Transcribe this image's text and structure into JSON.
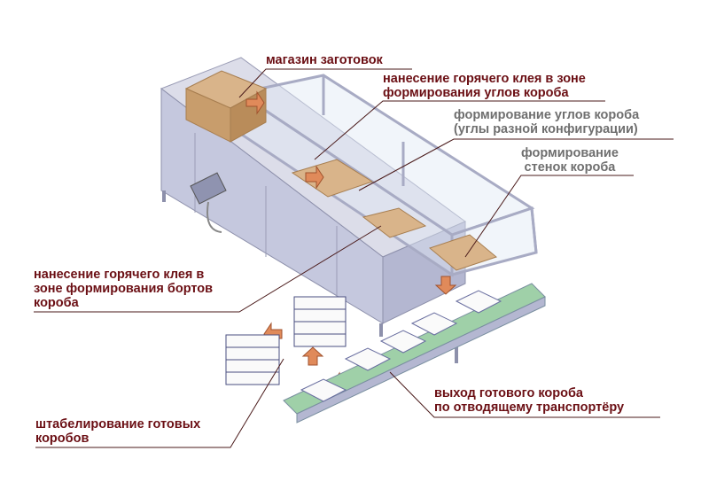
{
  "colors": {
    "label_primary": "#6b0f14",
    "label_secondary": "#6f6f6f",
    "machine": "#c9cbe0",
    "conveyor": "#9fd0a8",
    "carton": "#d9b48a"
  },
  "labels": {
    "blank_magazine": {
      "lines": [
        "магазин заготовок"
      ]
    },
    "glue_corners": {
      "lines": [
        "нанесение горячего клея в зоне",
        "формирования углов короба"
      ]
    },
    "corner_forming": {
      "lines": [
        "формирование углов короба",
        "(углы разной конфигурации)"
      ]
    },
    "wall_forming": {
      "lines": [
        "формирование",
        "стенок короба"
      ]
    },
    "glue_sides": {
      "lines": [
        "нанесение горячего клея в",
        "зоне формирования бортов",
        "короба"
      ]
    },
    "output_conveyor": {
      "lines": [
        "выход готового короба",
        "по отводящему транспортёру"
      ]
    },
    "stacking": {
      "lines": [
        "штабелирование готовых",
        "коробов"
      ]
    }
  }
}
